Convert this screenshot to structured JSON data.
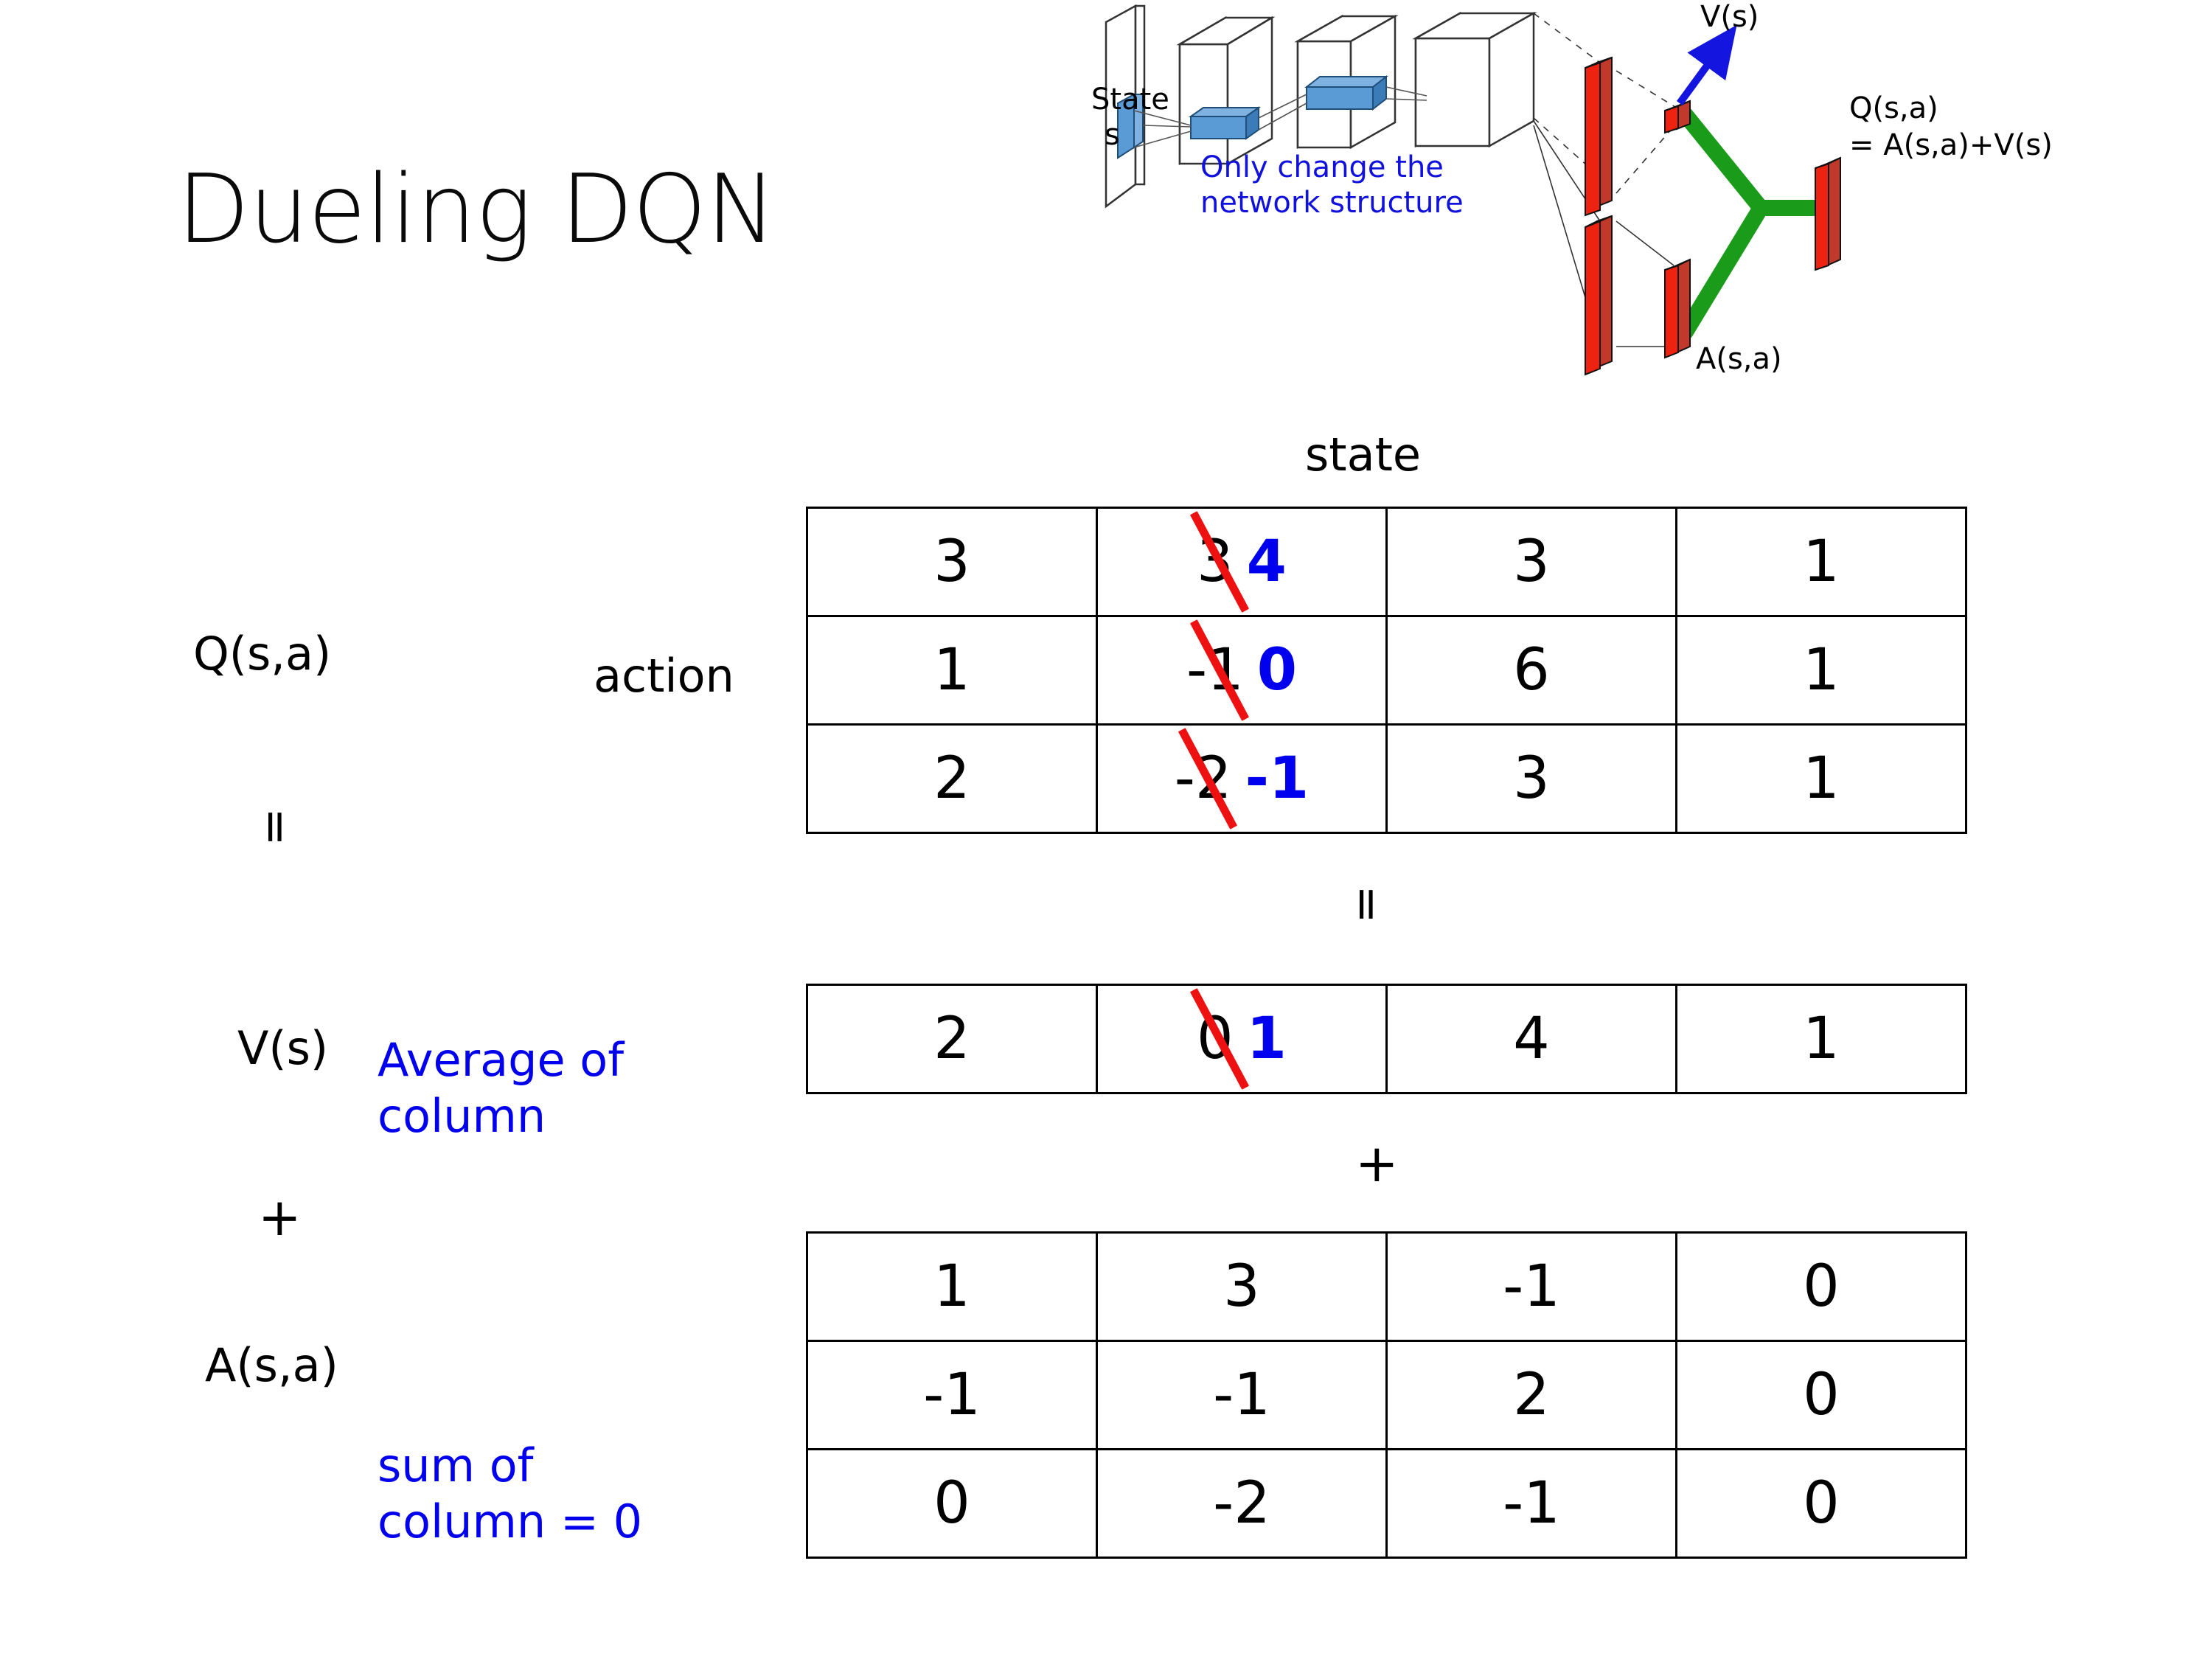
{
  "slide": {
    "title": "Dueling DQN"
  },
  "labels": {
    "q_label": "Q(s,a)",
    "v_label": "V(s)",
    "a_label": "A(s,a)",
    "action_label": "action",
    "state_label": "state",
    "equals_symbol": "=",
    "plus_symbol": "+",
    "average_note_line1": "Average of",
    "average_note_line2": "column",
    "sum_note_line1": "sum of",
    "sum_note_line2": "column = 0"
  },
  "colors": {
    "annotation_blue": "#0000ee",
    "strike_red": "#ee1111",
    "diagram_red": "#ee2211",
    "diagram_green": "#1a9c1a",
    "diagram_blue_arrow": "#1515e0",
    "diagram_block_blue": "#5b9bd5"
  },
  "tables": {
    "q": {
      "name": "Q(s,a)",
      "rows": [
        [
          {
            "value": "3"
          },
          {
            "value": "3",
            "struck": true,
            "replacement": "4"
          },
          {
            "value": "3"
          },
          {
            "value": "1"
          }
        ],
        [
          {
            "value": "1"
          },
          {
            "value": "-1",
            "struck": true,
            "replacement": "0"
          },
          {
            "value": "6"
          },
          {
            "value": "1"
          }
        ],
        [
          {
            "value": "2"
          },
          {
            "value": "-2",
            "struck": true,
            "replacement": "-1"
          },
          {
            "value": "3"
          },
          {
            "value": "1"
          }
        ]
      ]
    },
    "v": {
      "name": "V(s)",
      "rows": [
        [
          {
            "value": "2"
          },
          {
            "value": "0",
            "struck": true,
            "replacement": "1"
          },
          {
            "value": "4"
          },
          {
            "value": "1"
          }
        ]
      ]
    },
    "a": {
      "name": "A(s,a)",
      "rows": [
        [
          {
            "value": "1"
          },
          {
            "value": "3"
          },
          {
            "value": "-1"
          },
          {
            "value": "0"
          }
        ],
        [
          {
            "value": "-1"
          },
          {
            "value": "-1"
          },
          {
            "value": "2"
          },
          {
            "value": "0"
          }
        ],
        [
          {
            "value": "0"
          },
          {
            "value": "-2"
          },
          {
            "value": "-1"
          },
          {
            "value": "0"
          }
        ]
      ]
    }
  },
  "diagram": {
    "state_input_line1": "State",
    "state_input_line2": "s",
    "note_line1": "Only change the",
    "note_line2": "network structure",
    "v_output": "V(s)",
    "a_output": "A(s,a)",
    "q_output_line1": "Q(s,a)",
    "q_output_line2": "= A(s,a)+V(s)"
  }
}
